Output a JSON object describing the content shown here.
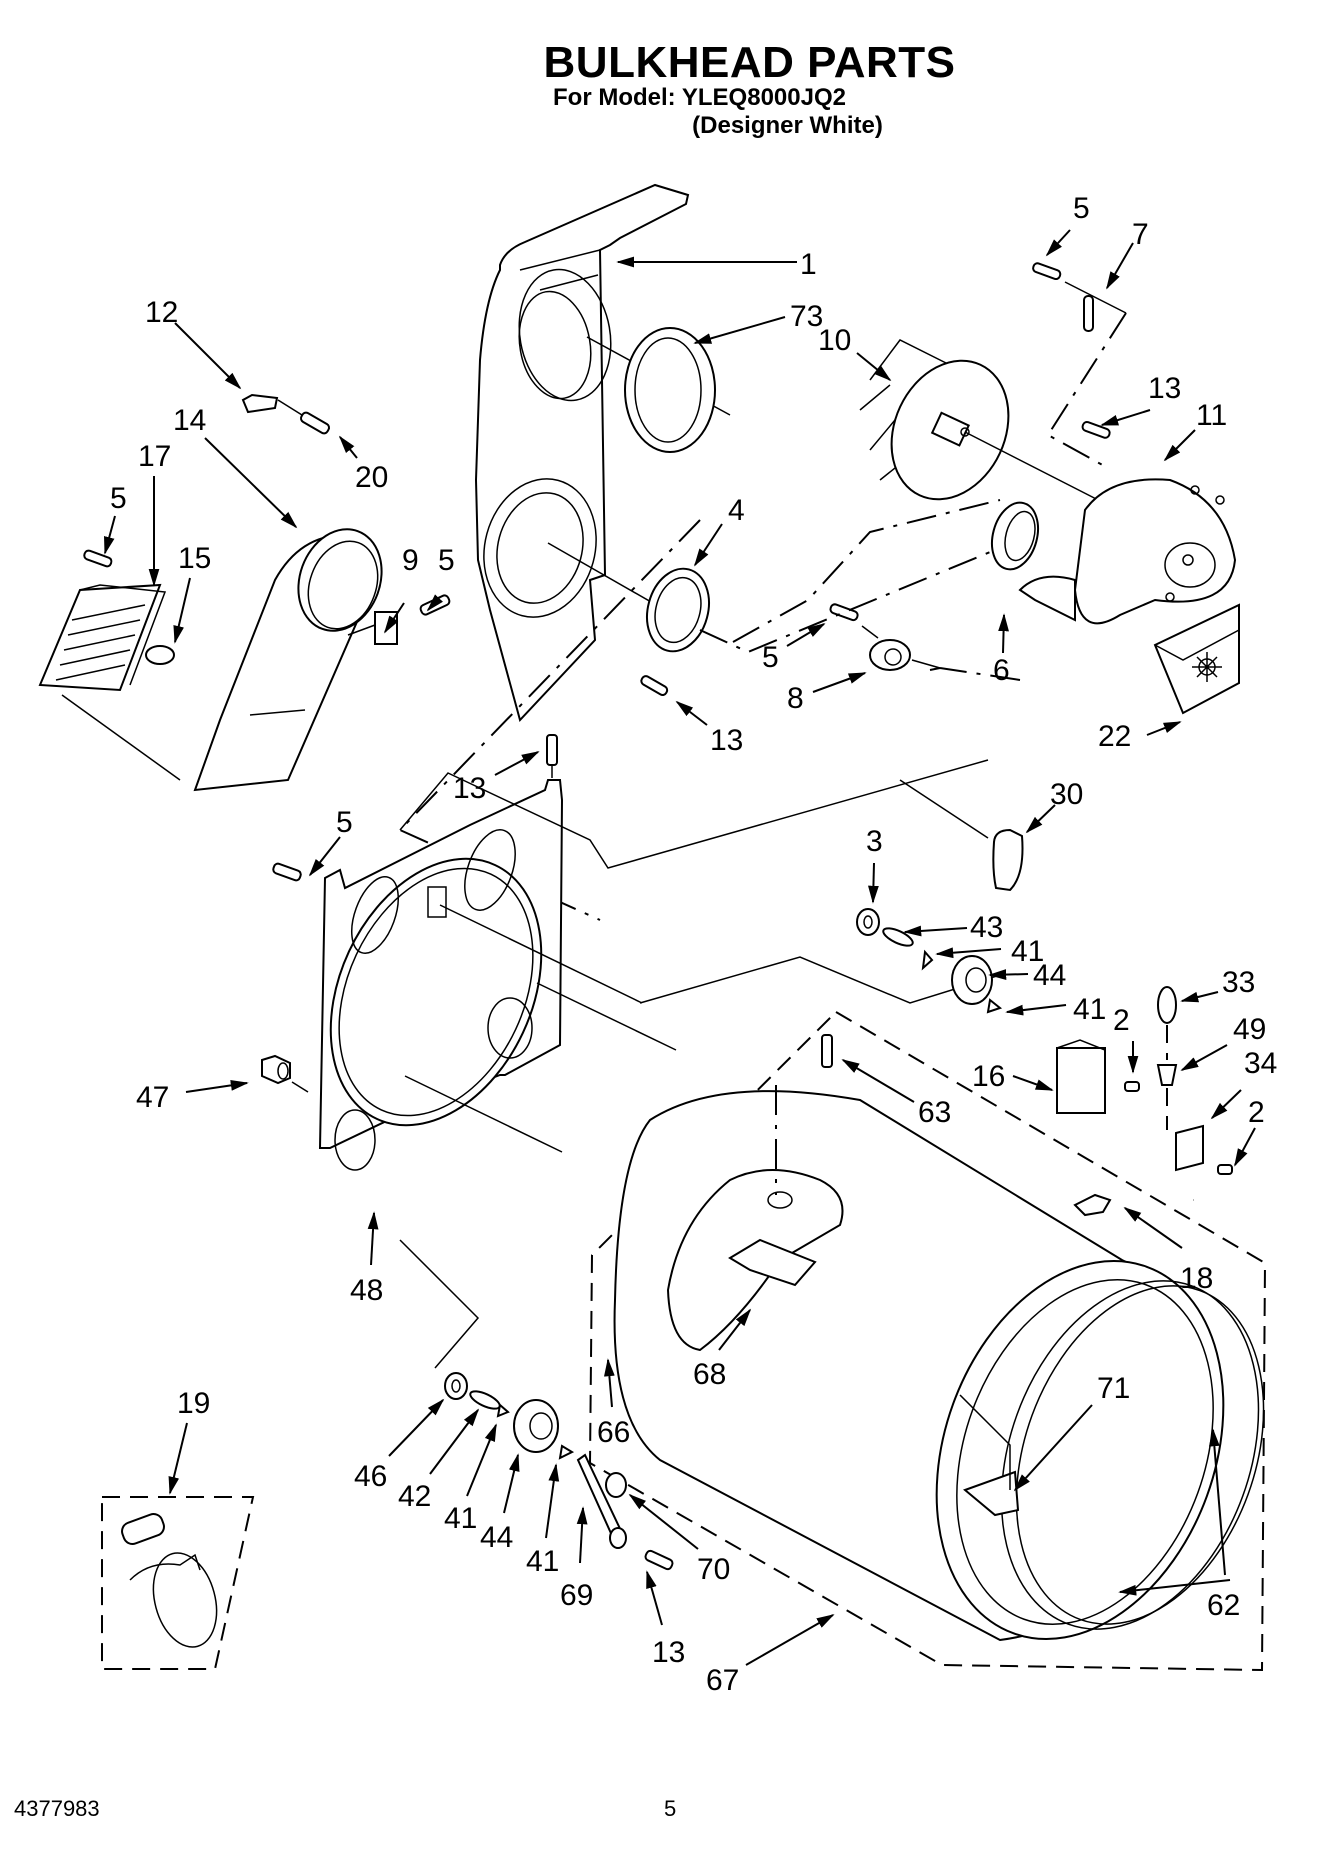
{
  "header": {
    "title": "BULKHEAD PARTS",
    "model_line": "For Model: YLEQ8000JQ2",
    "variant": "(Designer White)"
  },
  "footer": {
    "document_number": "4377983",
    "page_number": "5"
  },
  "callouts": [
    {
      "id": "c1",
      "label": "1"
    },
    {
      "id": "c73",
      "label": "73"
    },
    {
      "id": "c5a",
      "label": "5"
    },
    {
      "id": "c7",
      "label": "7"
    },
    {
      "id": "c10",
      "label": "10"
    },
    {
      "id": "c13a",
      "label": "13"
    },
    {
      "id": "c11",
      "label": "11"
    },
    {
      "id": "c12",
      "label": "12"
    },
    {
      "id": "c20",
      "label": "20"
    },
    {
      "id": "c14",
      "label": "14"
    },
    {
      "id": "c17",
      "label": "17"
    },
    {
      "id": "c5b",
      "label": "5"
    },
    {
      "id": "c15",
      "label": "15"
    },
    {
      "id": "c9",
      "label": "9"
    },
    {
      "id": "c5c",
      "label": "5"
    },
    {
      "id": "c4",
      "label": "4"
    },
    {
      "id": "c5d",
      "label": "5"
    },
    {
      "id": "c8",
      "label": "8"
    },
    {
      "id": "c6",
      "label": "6"
    },
    {
      "id": "c13b",
      "label": "13"
    },
    {
      "id": "c22",
      "label": "22"
    },
    {
      "id": "c13c",
      "label": "13"
    },
    {
      "id": "c5e",
      "label": "5"
    },
    {
      "id": "c30",
      "label": "30"
    },
    {
      "id": "c3",
      "label": "3"
    },
    {
      "id": "c43",
      "label": "43"
    },
    {
      "id": "c41a",
      "label": "41"
    },
    {
      "id": "c44a",
      "label": "44"
    },
    {
      "id": "c41b",
      "label": "41"
    },
    {
      "id": "c33",
      "label": "33"
    },
    {
      "id": "c2a",
      "label": "2"
    },
    {
      "id": "c49",
      "label": "49"
    },
    {
      "id": "c16",
      "label": "16"
    },
    {
      "id": "c34",
      "label": "34"
    },
    {
      "id": "c63",
      "label": "63"
    },
    {
      "id": "c2b",
      "label": "2"
    },
    {
      "id": "c47",
      "label": "47"
    },
    {
      "id": "c18",
      "label": "18"
    },
    {
      "id": "c48",
      "label": "48"
    },
    {
      "id": "c68",
      "label": "68"
    },
    {
      "id": "c71",
      "label": "71"
    },
    {
      "id": "c19",
      "label": "19"
    },
    {
      "id": "c66",
      "label": "66"
    },
    {
      "id": "c46",
      "label": "46"
    },
    {
      "id": "c42",
      "label": "42"
    },
    {
      "id": "c41c",
      "label": "41"
    },
    {
      "id": "c44b",
      "label": "44"
    },
    {
      "id": "c41d",
      "label": "41"
    },
    {
      "id": "c70",
      "label": "70"
    },
    {
      "id": "c69",
      "label": "69"
    },
    {
      "id": "c62",
      "label": "62"
    },
    {
      "id": "c13d",
      "label": "13"
    },
    {
      "id": "c67",
      "label": "67"
    }
  ],
  "parts": [
    {
      "name": "bulkhead-rear",
      "ref": "1"
    },
    {
      "name": "seal",
      "ref": "73"
    },
    {
      "name": "blower-wheel",
      "ref": "10"
    },
    {
      "name": "blower-housing",
      "ref": "11"
    },
    {
      "name": "heater-duct",
      "ref": "14"
    },
    {
      "name": "heater-element",
      "ref": "17"
    },
    {
      "name": "thermostat",
      "ref": "15"
    },
    {
      "name": "fuse-bracket",
      "ref": "9"
    },
    {
      "name": "duct-seal",
      "ref": "4"
    },
    {
      "name": "thermal-fuse",
      "ref": "8"
    },
    {
      "name": "housing-seal",
      "ref": "6"
    },
    {
      "name": "label-warning",
      "ref": "22"
    },
    {
      "name": "front-bulkhead",
      "ref": "48"
    },
    {
      "name": "nut",
      "ref": "47"
    },
    {
      "name": "drum",
      "ref": "67"
    },
    {
      "name": "drum-seal",
      "ref": "62"
    },
    {
      "name": "baffle",
      "ref": "68"
    },
    {
      "name": "wire-harness-kit",
      "ref": "19"
    }
  ]
}
